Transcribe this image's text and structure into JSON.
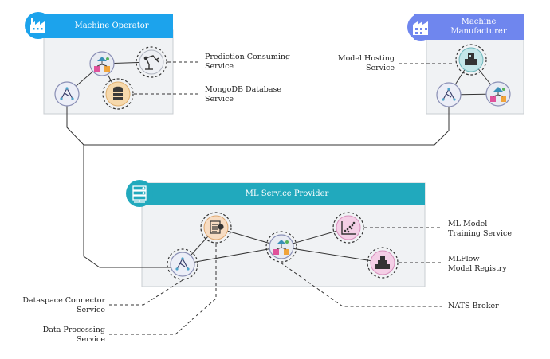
{
  "groups": {
    "operator": {
      "title": "Machine Operator",
      "accent": "#1ca3ec"
    },
    "manufacturer": {
      "title_lines": [
        "Machine",
        "Manufacturer"
      ],
      "accent": "#6f86ee"
    },
    "provider": {
      "title": "ML Service Provider",
      "accent": "#21a9bd"
    }
  },
  "services": {
    "prediction": {
      "lines": [
        "Prediction Consuming",
        "Service"
      ]
    },
    "mongodb": {
      "lines": [
        "MongoDB Database",
        "Service"
      ]
    },
    "model_hosting": {
      "lines": [
        "Model Hosting",
        "Service"
      ]
    },
    "ml_training": {
      "lines": [
        "ML Model",
        "Training Service"
      ]
    },
    "mlflow": {
      "lines": [
        "MLFlow",
        "Model Registry"
      ]
    },
    "nats": {
      "lines": [
        "NATS Broker"
      ]
    },
    "dataspace": {
      "lines": [
        "Dataspace Connector",
        "Service"
      ]
    },
    "data_processing": {
      "lines": [
        "Data Processing",
        "Service"
      ]
    }
  },
  "colors": {
    "box_fill": "#f0f2f4",
    "box_stroke": "#c9cdd2",
    "connector_fill": "#eceef7",
    "connector_stroke": "#8a8fb5",
    "mongo_fill": "#f6d9ad",
    "processing_fill": "#f7dcc2",
    "broker_fill": "#e8ebf2",
    "training_fill": "#f4cfe6",
    "line": "#333333"
  },
  "icons": {
    "connector": "dataspace-connector-icon",
    "broker": "nats-broker-icon",
    "robot": "robot-arm-icon",
    "database": "database-icon",
    "hosting": "model-hosting-icon",
    "processing": "document-gear-icon",
    "training": "scatter-chart-icon",
    "registry": "model-registry-icon",
    "factory": "factory-icon",
    "server": "server-icon"
  }
}
